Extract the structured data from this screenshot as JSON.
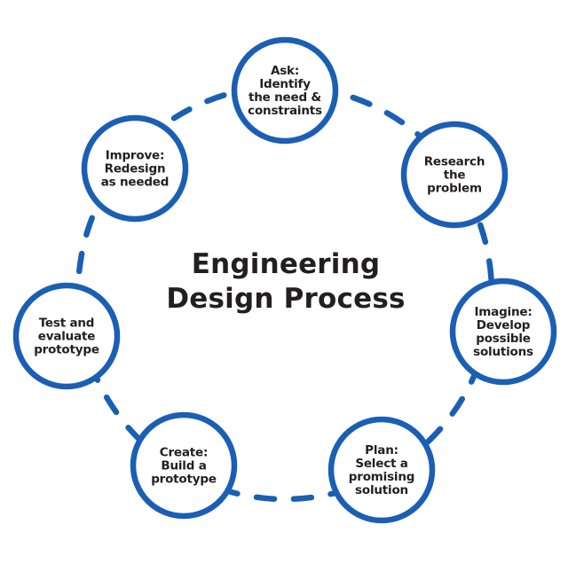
{
  "title": {
    "line1": "Engineering",
    "line2": "Design Process"
  },
  "colors": {
    "ring": "#1a5fb4",
    "node_stroke": "#1a5fb4",
    "node_fill": "#ffffff",
    "text": "#231f20"
  },
  "nodes": [
    {
      "id": "ask",
      "label": "Ask:\nIdentify\nthe need &\nconstraints"
    },
    {
      "id": "research",
      "label": "Research\nthe\nproblem"
    },
    {
      "id": "imagine",
      "label": "Imagine:\nDevelop\npossible\nsolutions"
    },
    {
      "id": "plan",
      "label": "Plan:\nSelect a\npromising\nsolution"
    },
    {
      "id": "create",
      "label": "Create:\nBuild a\nprototype"
    },
    {
      "id": "test",
      "label": "Test and\nevaluate\nprototype"
    },
    {
      "id": "improve",
      "label": "Improve:\nRedesign\nas needed"
    }
  ]
}
